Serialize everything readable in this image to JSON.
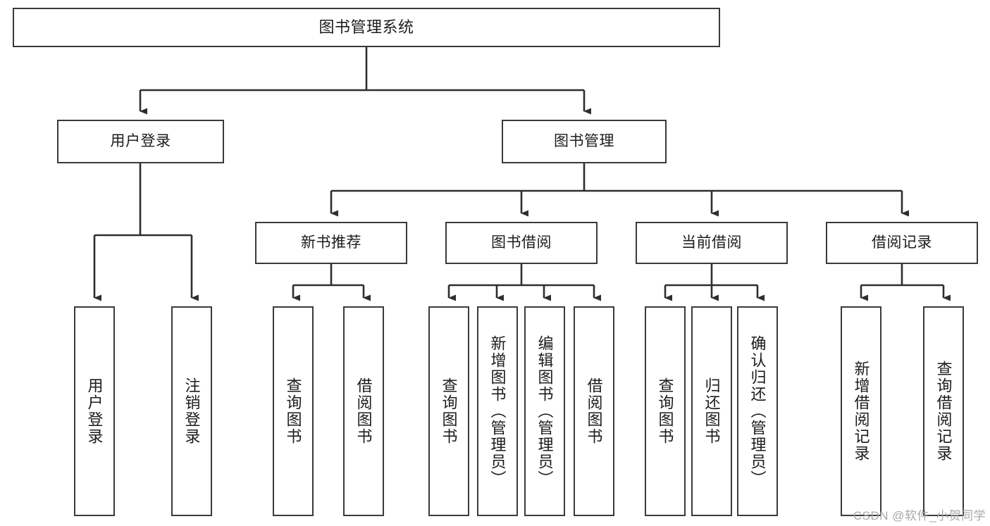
{
  "diagram": {
    "title": "图书管理系统",
    "root": {
      "label": "图书管理系统"
    },
    "level2": [
      {
        "label": "用户登录"
      },
      {
        "label": "图书管理"
      }
    ],
    "level3": [
      {
        "label": "新书推荐"
      },
      {
        "label": "图书借阅"
      },
      {
        "label": "当前借阅"
      },
      {
        "label": "借阅记录"
      }
    ],
    "leaves": {
      "user_login": [
        {
          "label": "用户登录"
        },
        {
          "label": "注销登录"
        }
      ],
      "new_book_recommend": [
        {
          "label": "查询图书"
        },
        {
          "label": "借阅图书"
        }
      ],
      "book_borrow": [
        {
          "label": "查询图书"
        },
        {
          "label": "新增图书（管理员）"
        },
        {
          "label": "编辑图书（管理员）"
        },
        {
          "label": "借阅图书"
        }
      ],
      "current_borrow": [
        {
          "label": "查询图书"
        },
        {
          "label": "归还图书"
        },
        {
          "label": "确认归还（管理员）"
        }
      ],
      "borrow_record": [
        {
          "label": "新增借阅记录"
        },
        {
          "label": "查询借阅记录"
        }
      ]
    },
    "watermark": "CSDN @软件_小贺同学",
    "colors": {
      "stroke": "#3a3a3a",
      "background": "#ffffff",
      "text": "#1c1c1c",
      "watermark": "#a8a8a8"
    }
  }
}
